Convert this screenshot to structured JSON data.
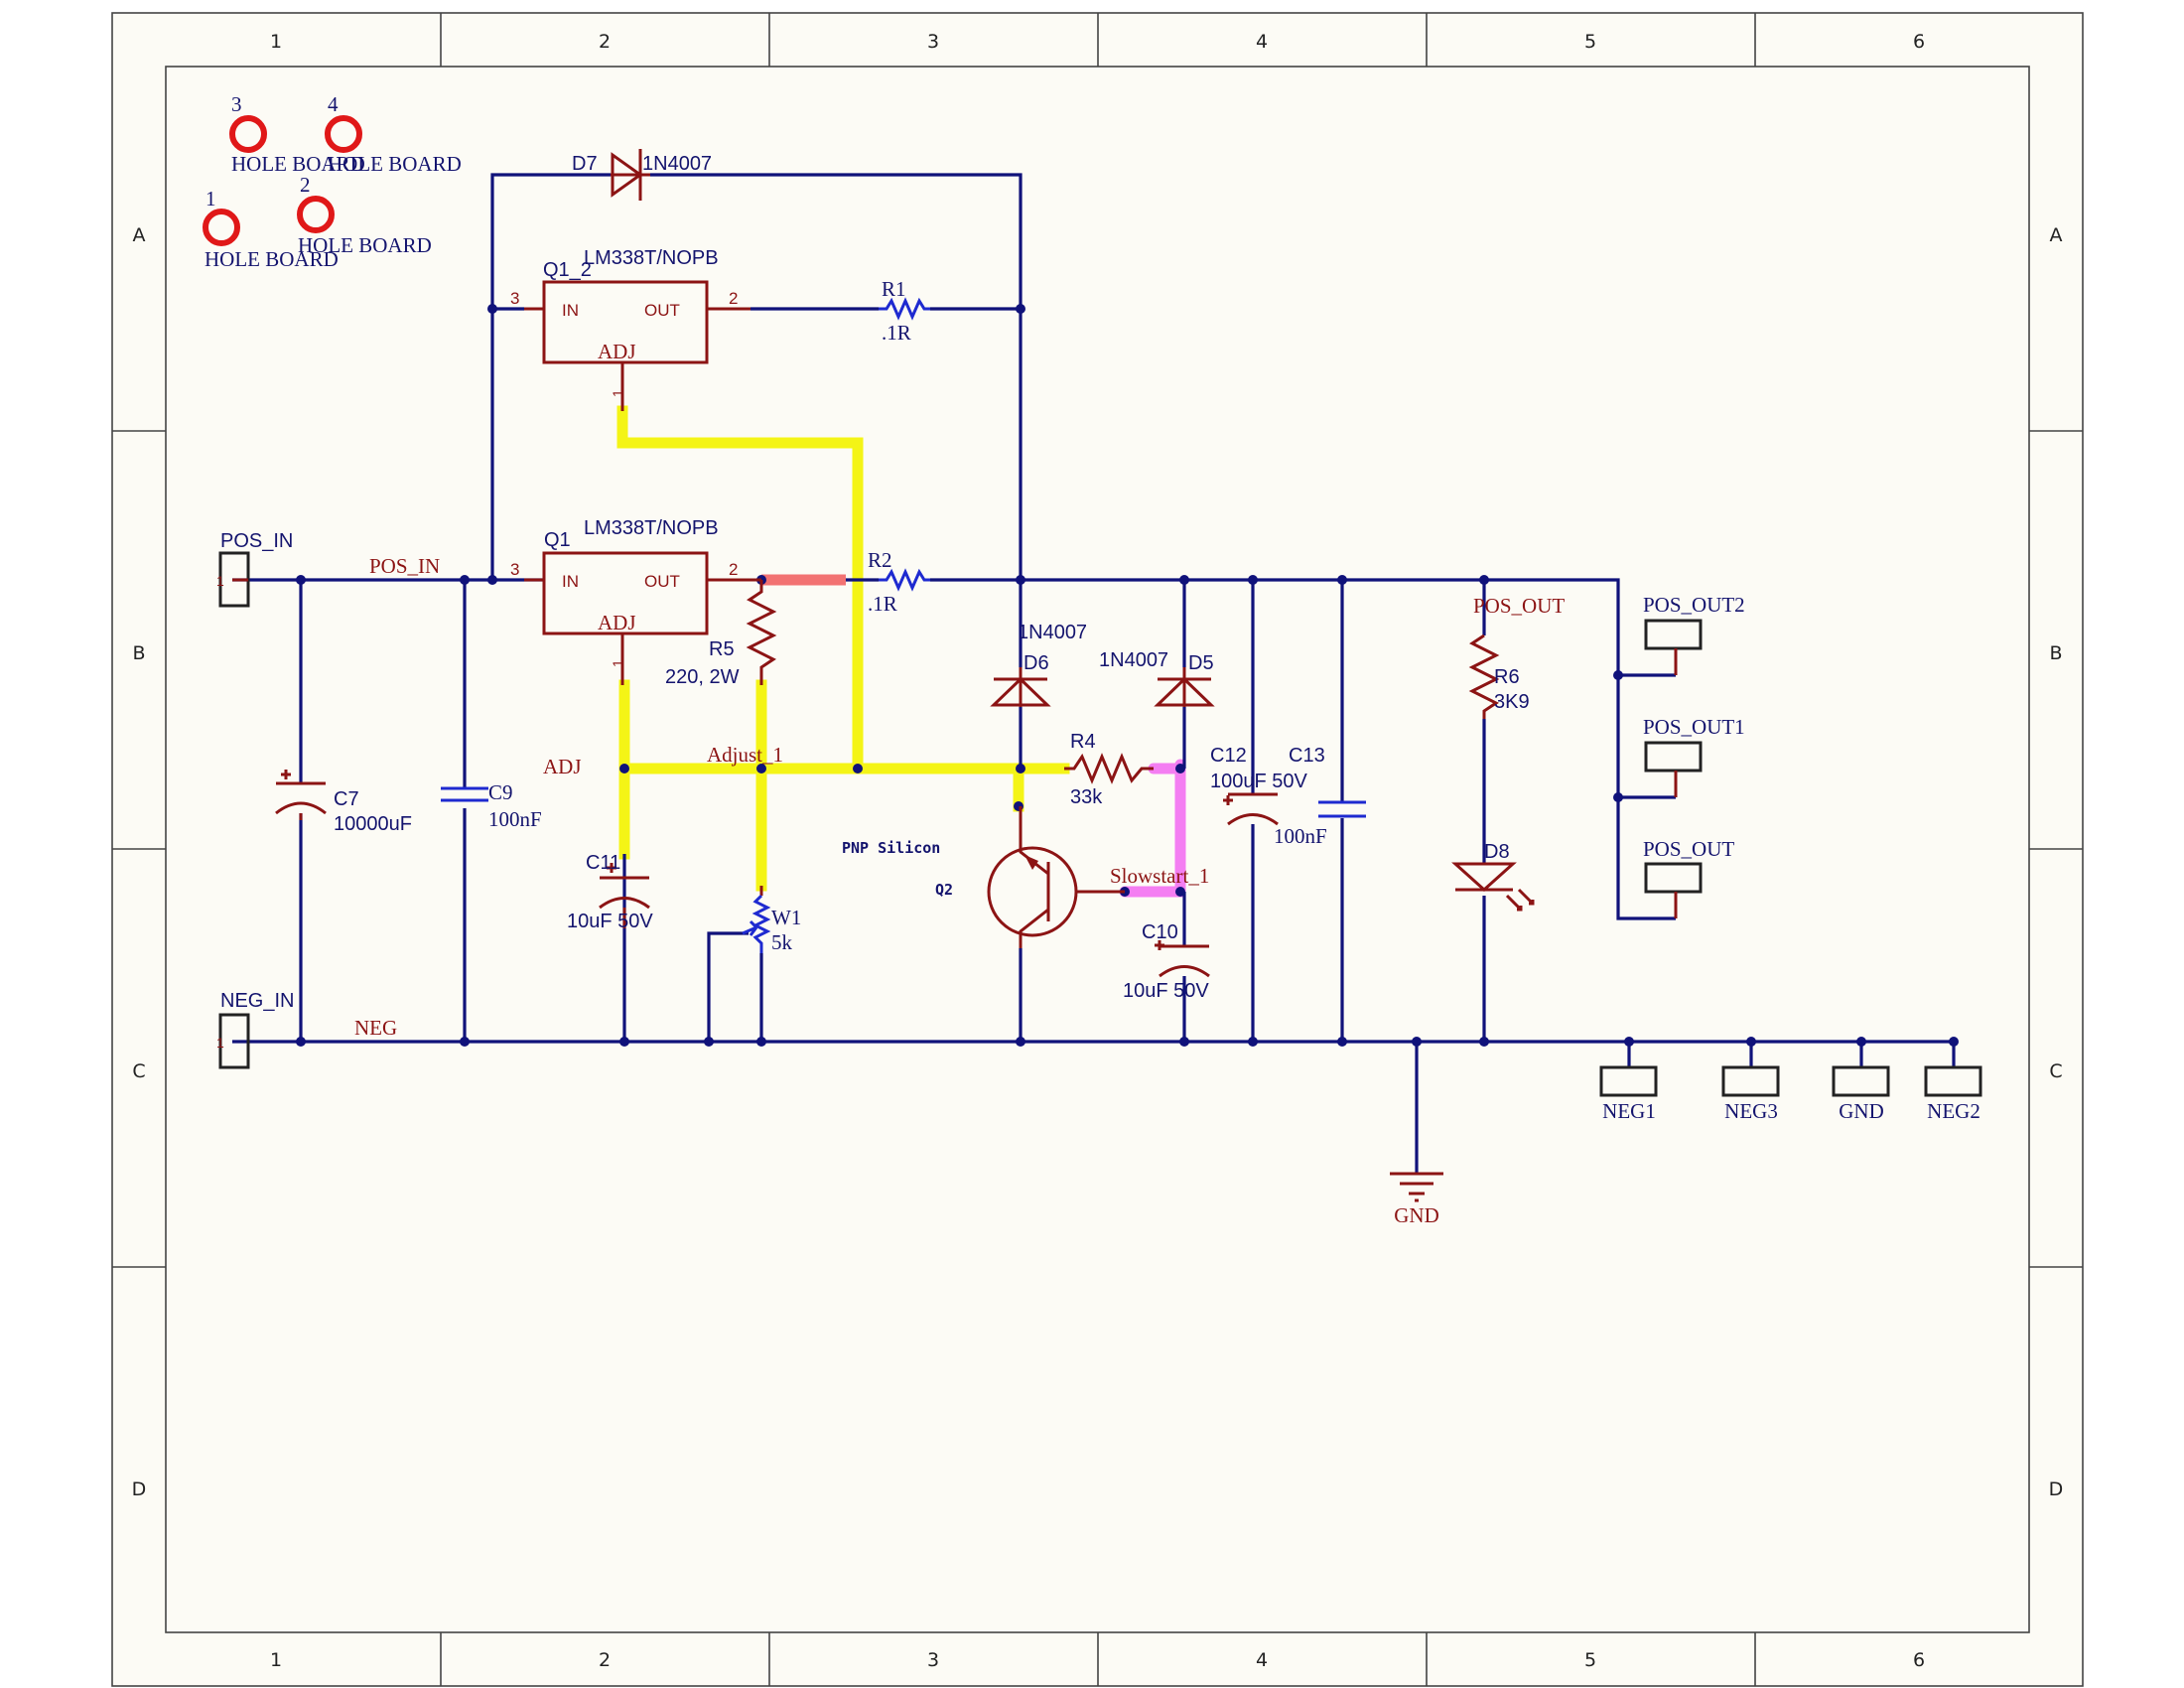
{
  "frame": {
    "columns": [
      "1",
      "2",
      "3",
      "4",
      "5",
      "6"
    ],
    "rows": [
      "A",
      "B",
      "C",
      "D"
    ]
  },
  "regulators": {
    "q1_2": {
      "designator": "Q1_2",
      "value": "LM338T/NOPB",
      "pin_in": "IN",
      "pin_out": "OUT",
      "pin_adj": "ADJ",
      "pin3": "3",
      "pin2": "2",
      "pin1": "1"
    },
    "q1": {
      "designator": "Q1",
      "value": "LM338T/NOPB",
      "pin_in": "IN",
      "pin_out": "OUT",
      "pin_adj": "ADJ",
      "pin3": "3",
      "pin2": "2",
      "pin1": "1"
    }
  },
  "components": {
    "d7": {
      "designator": "D7",
      "value": "1N4007"
    },
    "r1": {
      "designator": "R1",
      "value": ".1R"
    },
    "r2": {
      "designator": "R2",
      "value": ".1R"
    },
    "r5": {
      "designator": "R5",
      "value": "220, 2W"
    },
    "r4": {
      "designator": "R4",
      "value": "33k"
    },
    "r6": {
      "designator": "R6",
      "value": "3K9"
    },
    "d6": {
      "designator": "D6",
      "value": "1N4007"
    },
    "d5": {
      "designator": "D5",
      "value": "1N4007"
    },
    "d8": {
      "designator": "D8"
    },
    "c7": {
      "designator": "C7",
      "value": "10000uF"
    },
    "c9": {
      "designator": "C9",
      "value": "100nF"
    },
    "c11": {
      "designator": "C11",
      "value": "10uF 50V"
    },
    "c10": {
      "designator": "C10",
      "value": "10uF 50V"
    },
    "c12": {
      "designator": "C12",
      "value": "100uF 50V"
    },
    "c13": {
      "designator": "C13",
      "value": "100nF"
    },
    "w1": {
      "designator": "W1",
      "value": "5k"
    },
    "q2": {
      "designator": "Q2",
      "type": "PNP Silicon"
    }
  },
  "holes": [
    {
      "number": "3",
      "label": "HOLE BOARD"
    },
    {
      "number": "4",
      "label": "HOLE BOARD"
    },
    {
      "number": "1",
      "label": "HOLE BOARD"
    },
    {
      "number": "2",
      "label": "HOLE BOARD"
    }
  ],
  "connectors": {
    "pos_in": "POS_IN",
    "neg_in": "NEG_IN",
    "pos_out2": "POS_OUT2",
    "pos_out1": "POS_OUT1",
    "pos_out": "POS_OUT",
    "neg1": "NEG1",
    "neg3": "NEG3",
    "gnd": "GND",
    "neg2": "NEG2",
    "pin1": "1"
  },
  "nets": {
    "pos_in": "POS_IN",
    "neg": "NEG",
    "adj": "ADJ",
    "adjust": "Adjust_1",
    "slow": "Slowstart_1",
    "pos_out": "POS_OUT",
    "gnd": "GND"
  },
  "colors": {
    "wire": "#10127a",
    "component": "#8c1414",
    "capacitor_blue": "#1e2ad0",
    "highlight_yellow": "#f4f416",
    "highlight_magenta": "#f47ef2",
    "highlight_red": "#f27272",
    "hole_pad": "#e01818",
    "sheet_background": "#fcfbf5"
  }
}
